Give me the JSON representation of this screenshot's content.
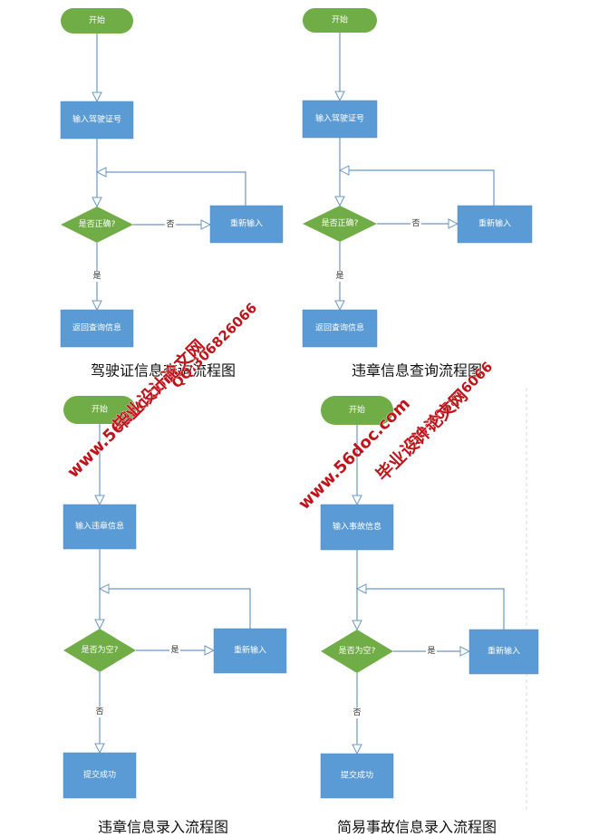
{
  "colors": {
    "terminal": "#70ad47",
    "process": "#5b9bd5",
    "decision": "#70ad47",
    "edge": "#6c98c6",
    "watermark": "#c0141b",
    "separator": "#d0d0d0"
  },
  "diagrams": [
    {
      "id": "license-query",
      "caption": "驾驶证信息查询流程图",
      "nodes": {
        "start": "开始",
        "input": "输入驾驶证号",
        "decision": "是否正确?",
        "retry": "重新输入",
        "end": "返回查询信息"
      },
      "edges": {
        "decision_to_retry": "否",
        "decision_to_end": "是"
      }
    },
    {
      "id": "violation-query",
      "caption": "违章信息查询流程图",
      "nodes": {
        "start": "开始",
        "input": "输入驾驶证号",
        "decision": "是否正确?",
        "retry": "重新输入",
        "end": "返回查询信息"
      },
      "edges": {
        "decision_to_retry": "否",
        "decision_to_end": "是"
      }
    },
    {
      "id": "violation-entry",
      "caption": "违章信息录入流程图",
      "nodes": {
        "start": "开始",
        "input": "输入违章信息",
        "decision": "是否为空?",
        "retry": "重新输入",
        "end": "提交成功"
      },
      "edges": {
        "decision_to_retry": "是",
        "decision_to_end": "否"
      }
    },
    {
      "id": "accident-entry",
      "caption": "简易事故信息录入流程图",
      "nodes": {
        "start": "开始",
        "input": "输入事故信息",
        "decision": "是否为空?",
        "retry": "重新输入",
        "end": "提交成功"
      },
      "edges": {
        "decision_to_retry": "是",
        "decision_to_end": "否"
      }
    }
  ],
  "watermarks": [
    {
      "site": "www.56doc.com",
      "qq": "QQ:306826066",
      "name": "毕业设计论文网"
    },
    {
      "site": "www.56doc.com",
      "qq": "QQ:306826066",
      "name": "毕业设计论文网"
    }
  ]
}
